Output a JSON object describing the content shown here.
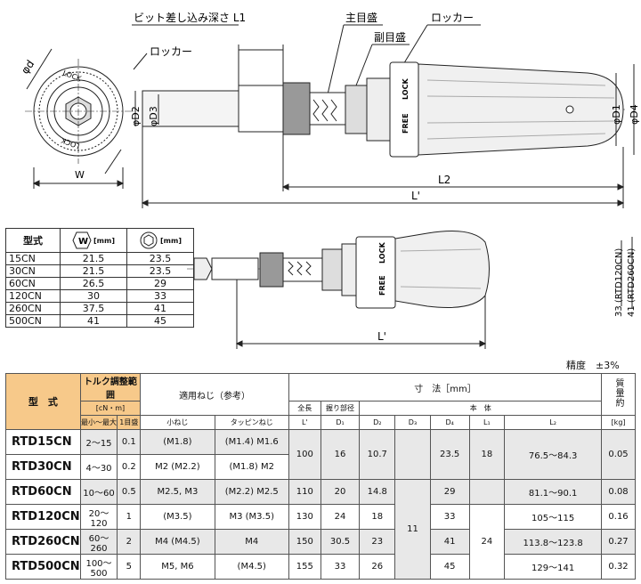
{
  "drawing_labels": {
    "bit_depth": "ビット差し込み深さ L1",
    "main_scale": "主目盛",
    "sub_scale": "副目盛",
    "locker_right": "ロッカー",
    "locker_left": "ロッカー",
    "phi_d": "φd",
    "W": "W",
    "lock_ring_1": "LOCK",
    "lock_ring_2": "LOCK",
    "phi_D2": "φD2",
    "phi_D3": "φD3",
    "phi_D1": "φD1",
    "phi_D4": "φD4",
    "L2": "L2",
    "L_prime_top": "L'",
    "L_prime_bottom": "L'",
    "free": "FREE",
    "lock": "LOCK",
    "free2": "FREE",
    "lock2": "LOCK",
    "dim_33": "33 (RTD120CN)",
    "dim_41": "41 (RTD260CN)"
  },
  "small_table": {
    "header_type": "型式",
    "header_w_unit": "[mm]",
    "header_d_unit": "[mm]",
    "w_icon_letter": "W",
    "rows": [
      {
        "model": "15CN",
        "w": "21.5",
        "d": "23.5"
      },
      {
        "model": "30CN",
        "w": "21.5",
        "d": "23.5"
      },
      {
        "model": "60CN",
        "w": "26.5",
        "d": "29"
      },
      {
        "model": "120CN",
        "w": "30",
        "d": "33"
      },
      {
        "model": "260CN",
        "w": "37.5",
        "d": "41"
      },
      {
        "model": "500CN",
        "w": "41",
        "d": "45"
      }
    ]
  },
  "accuracy": "精度　±3%",
  "main_table": {
    "h_model": "型　式",
    "h_torque": "トルク調整範囲",
    "h_torque_unit": "[cN・m]",
    "h_min_max": "最小～最大",
    "h_step": "1目盛",
    "h_screw": "適用ねじ（参考）",
    "h_small_screw": "小ねじ",
    "h_tapping": "タッピンねじ",
    "h_dims": "寸　法［mm］",
    "h_total": "全長",
    "h_grip": "握り部径",
    "h_body": "本　体",
    "h_L": "L'",
    "h_D1": "D₁",
    "h_D2": "D₂",
    "h_D3": "D₃",
    "h_D4": "D₄",
    "h_L1": "L₁",
    "h_L2": "L₂",
    "h_mass": "質量約",
    "h_mass_unit": "[kg]",
    "rows": [
      {
        "model": "RTD15CN",
        "range": "2～15",
        "step": "0.1",
        "small": "(M1.8)",
        "tap": "(M1.4) M1.6",
        "L": "100",
        "D1": "16",
        "D2": "10.7",
        "D4": "23.5",
        "L1": "18",
        "L2": "76.5～84.3",
        "mass": "0.05"
      },
      {
        "model": "RTD30CN",
        "range": "4～30",
        "step": "0.2",
        "small": "M2 (M2.2)",
        "tap": "(M1.8) M2",
        "L": "",
        "D1": "",
        "D2": "",
        "D4": "",
        "L1": "",
        "L2": "",
        "mass": ""
      },
      {
        "model": "RTD60CN",
        "range": "10～60",
        "step": "0.5",
        "small": "M2.5, M3",
        "tap": "(M2.2) M2.5",
        "L": "110",
        "D1": "20",
        "D2": "14.8",
        "D4": "29",
        "L1": "",
        "L2": "81.1～90.1",
        "mass": "0.08"
      },
      {
        "model": "RTD120CN",
        "range": "20～120",
        "step": "1",
        "small": "(M3.5)",
        "tap": "M3 (M3.5)",
        "L": "130",
        "D1": "24",
        "D2": "18",
        "D4": "33",
        "L1": "",
        "L2": "105～115",
        "mass": "0.16"
      },
      {
        "model": "RTD260CN",
        "range": "60～260",
        "step": "2",
        "small": "M4 (M4.5)",
        "tap": "M4",
        "L": "150",
        "D1": "30.5",
        "D2": "23",
        "D4": "41",
        "L1": "",
        "L2": "113.8～123.8",
        "mass": "0.27"
      },
      {
        "model": "RTD500CN",
        "range": "100～500",
        "step": "5",
        "small": "M5, M6",
        "tap": "(M4.5)",
        "L": "155",
        "D1": "33",
        "D2": "26",
        "D4": "45",
        "L1": "",
        "L2": "129～141",
        "mass": "0.32"
      }
    ],
    "D3_shared": "11",
    "L1_shared": "24"
  }
}
